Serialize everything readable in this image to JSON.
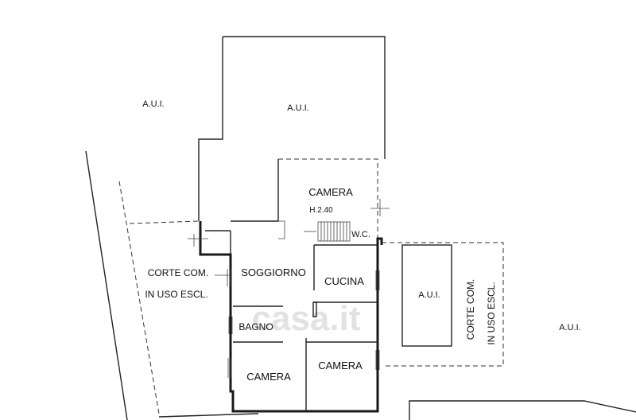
{
  "plan": {
    "labels": {
      "aui_top_left": "A.U.I.",
      "aui_top_center": "A.U.I.",
      "aui_right_mid": "A.U.I.",
      "aui_far_right": "A.U.I.",
      "camera_upper": "CAMERA",
      "camera_upper_height": "H.2.40",
      "wc": "W.C.",
      "corte_left_line1": "CORTE COM.",
      "corte_left_line2": "IN USO ESCL.",
      "corte_right_line1": "CORTE COM.",
      "corte_right_line2": "IN USO ESCL.",
      "soggiorno": "SOGGIORNO",
      "cucina": "CUCINA",
      "bagno": "BAGNO",
      "camera_lower_left": "CAMERA",
      "camera_lower_right": "CAMERA"
    },
    "watermark": "casa.it"
  },
  "colors": {
    "lines": "#222222",
    "background": "#ffffff",
    "watermark": "#e2e2e2"
  }
}
